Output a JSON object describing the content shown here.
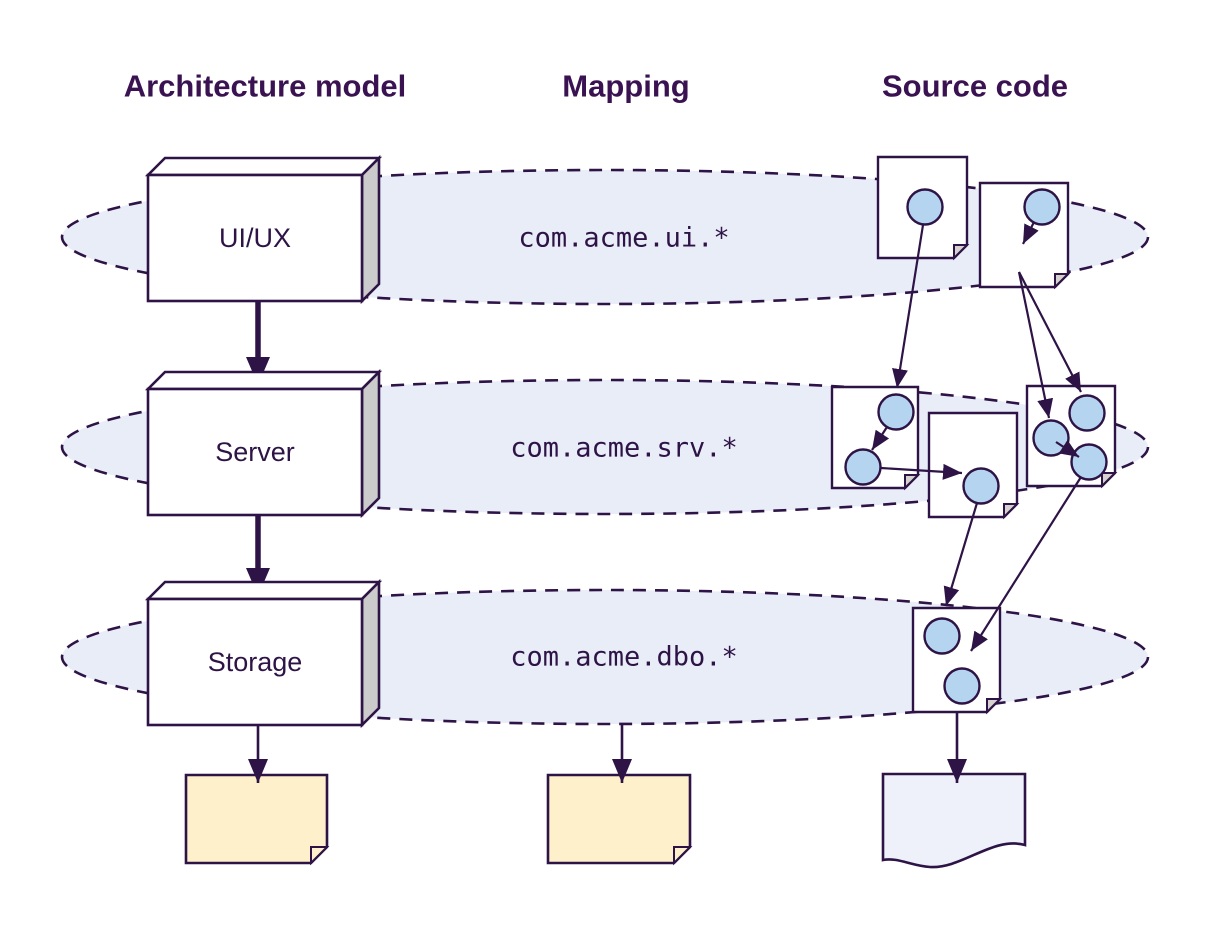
{
  "diagram": {
    "headers": {
      "architecture": "Architecture model",
      "mapping": "Mapping",
      "source": "Source code"
    },
    "layers": [
      {
        "label": "UI/UX",
        "package": "com.acme.ui.*"
      },
      {
        "label": "Server",
        "package": "com.acme.srv.*"
      },
      {
        "label": "Storage",
        "package": "com.acme.dbo.*"
      }
    ],
    "colors": {
      "ink": "#2e1446",
      "heading": "#3a1252",
      "band_fill": "#e9edf8",
      "class_fill": "#b5d4f0",
      "box_side": "#cbcbcb",
      "doc_yellow": "#fdf0ca",
      "doc_plain": "#eef1fa",
      "file_fill": "#ffffff",
      "fold_fill": "#d6d2cf"
    }
  }
}
